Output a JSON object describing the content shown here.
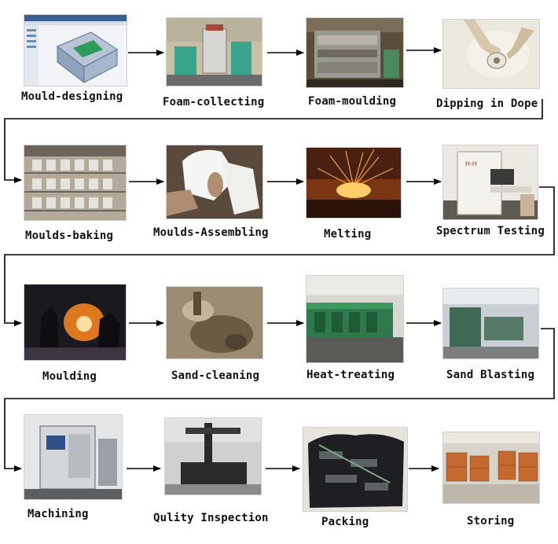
{
  "steps": [
    {
      "label": "Mould-designing",
      "icon": "cad-software-icon",
      "colors": [
        "#f2f4f8",
        "#6a8fb8",
        "#2a9d5b"
      ]
    },
    {
      "label": "Foam-collecting",
      "icon": "foam-machine-icon",
      "colors": [
        "#c7c0a6",
        "#3aa58d",
        "#6b6b6b"
      ]
    },
    {
      "label": "Foam-moulding",
      "icon": "moulding-press-icon",
      "colors": [
        "#5a4e3a",
        "#9a9a92",
        "#2e2a22"
      ]
    },
    {
      "label": "Dipping in Dope",
      "icon": "hand-dipping-icon",
      "colors": [
        "#ebe8de",
        "#d7c7ad",
        "#8a7a62"
      ]
    },
    {
      "label": "Moulds-baking",
      "icon": "drying-rack-icon",
      "colors": [
        "#e5e3de",
        "#b4aa9a",
        "#6d655a"
      ]
    },
    {
      "label": "Moulds-Assembling",
      "icon": "assembling-icon",
      "colors": [
        "#f5f5f3",
        "#b08e72",
        "#5a4a3c"
      ]
    },
    {
      "label": "Melting",
      "icon": "furnace-sparks-icon",
      "colors": [
        "#7a3512",
        "#f0a04a",
        "#2a1208"
      ]
    },
    {
      "label": "Spectrum Testing",
      "icon": "spectrometer-icon",
      "colors": [
        "#ece9e2",
        "#b63a2c",
        "#5e5a52"
      ]
    },
    {
      "label": "Moulding",
      "icon": "pouring-metal-icon",
      "colors": [
        "#1a1a1e",
        "#ff8a1e",
        "#3a3540"
      ]
    },
    {
      "label": "Sand-cleaning",
      "icon": "sand-cleaning-icon",
      "colors": [
        "#9b8c73",
        "#6a5b45",
        "#c3b59a"
      ]
    },
    {
      "label": "Heat-treating",
      "icon": "heat-furnace-line-icon",
      "colors": [
        "#2f7a4c",
        "#d8d8d2",
        "#5a5a56"
      ]
    },
    {
      "label": "Sand Blasting",
      "icon": "blasting-workshop-icon",
      "colors": [
        "#c9cfd2",
        "#3e6a55",
        "#7b7f80"
      ]
    },
    {
      "label": "Machining",
      "icon": "cnc-machine-icon",
      "colors": [
        "#e4e6e8",
        "#2f4f86",
        "#5c5f62"
      ]
    },
    {
      "label": "Qulity Inspection",
      "icon": "cmm-inspection-icon",
      "colors": [
        "#cfd0cf",
        "#2a2a2a",
        "#8a8a8a"
      ]
    },
    {
      "label": "Packing",
      "icon": "packing-bag-icon",
      "colors": [
        "#1e1f22",
        "#5d6166",
        "#e6e3dc"
      ]
    },
    {
      "label": "Storing",
      "icon": "warehouse-pallets-icon",
      "colors": [
        "#d9d4cb",
        "#c46a2e",
        "#8a4a20"
      ]
    }
  ]
}
